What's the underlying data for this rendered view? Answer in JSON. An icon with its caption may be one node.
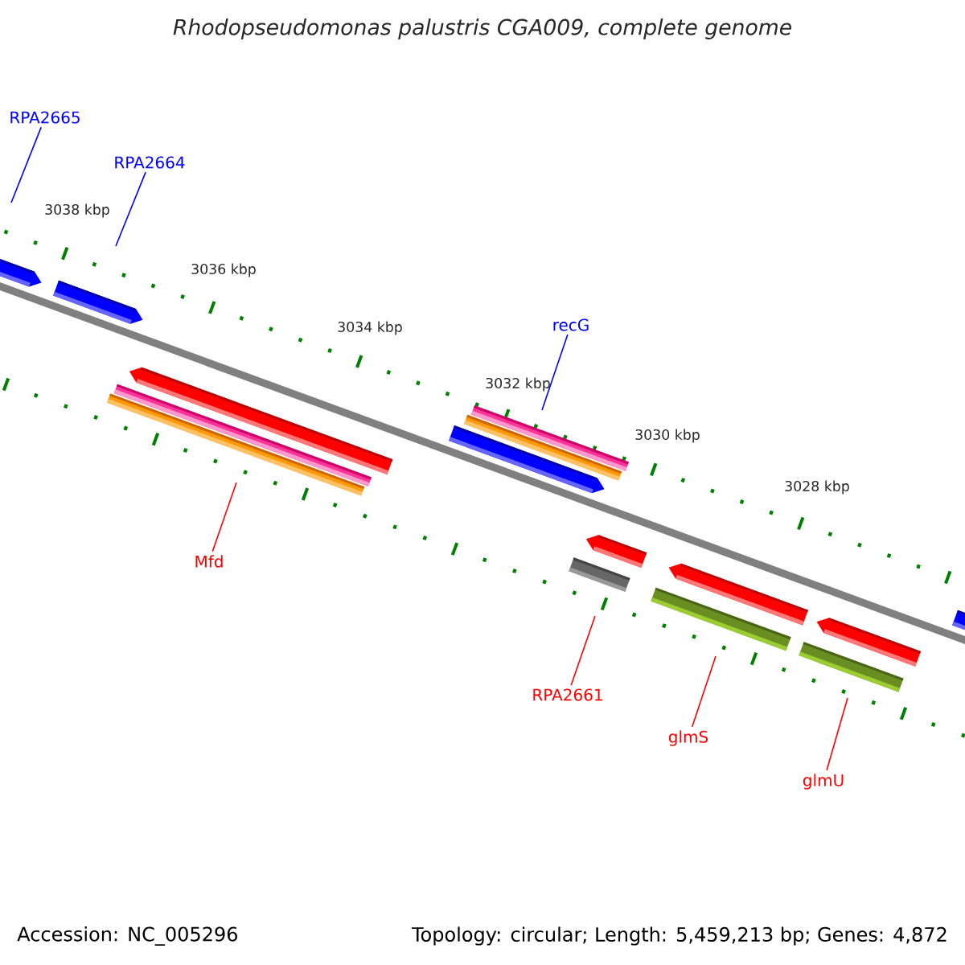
{
  "diagram": {
    "title": "Rhodopseudomonas palustris CGA009, complete genome",
    "nodes": [
      {
        "text": [
          "RPA2665"
        ]
      },
      {
        "text": [
          "RPA2664"
        ]
      },
      {
        "text": [
          "recG"
        ]
      },
      {
        "text": [
          "Mfd"
        ]
      },
      {
        "text": [
          "RPA2661"
        ]
      },
      {
        "text": [
          "glmS"
        ]
      },
      {
        "text": [
          "glmU"
        ]
      }
    ],
    "edges": [
      {
        "from": 0,
        "to": null,
        "arrow": "none",
        "color": "#0000ff"
      },
      {
        "from": 1,
        "to": null,
        "arrow": "none",
        "color": "#0000ff"
      },
      {
        "from": 2,
        "to": null,
        "arrow": "none",
        "color": "#0000ff"
      },
      {
        "from": 3,
        "to": null,
        "arrow": "none"
      },
      {
        "from": 4,
        "to": null,
        "arrow": "none"
      },
      {
        "from": 5,
        "to": null,
        "arrow": "none"
      },
      {
        "from": 6,
        "to": null,
        "arrow": "none"
      }
    ],
    "labels": [
      "3038 kbp",
      "3036 kbp",
      "3034 kbp",
      "3032 kbp",
      "3030 kbp",
      "3028 kbp",
      "Accession: NC_005296",
      "Topology: circular; Length: 5,459,213 bp; Genes: 4,872"
    ]
  }
}
